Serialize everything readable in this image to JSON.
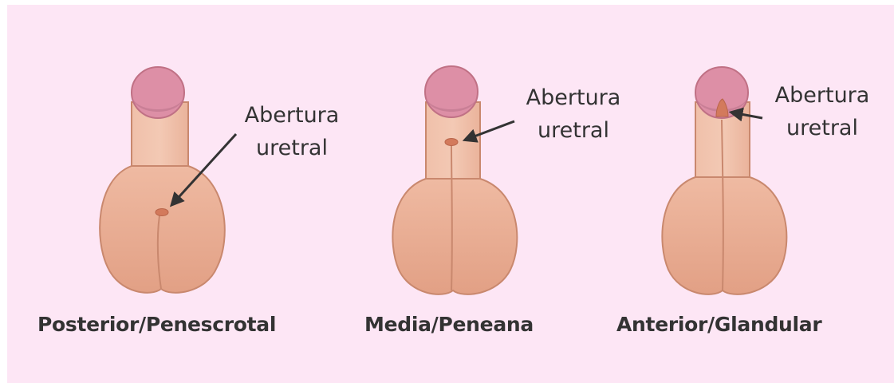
{
  "figures": [
    {
      "caption": "Posterior/Penescrotal",
      "label_line1": "Abertura",
      "label_line2": "uretral"
    },
    {
      "caption": "Media/Peneana",
      "label_line1": "Abertura",
      "label_line2": "uretral"
    },
    {
      "caption": "Anterior/Glandular",
      "label_line1": "Abertura",
      "label_line2": "uretral"
    }
  ],
  "colors": {
    "background": "#fde6f5",
    "skin": "#eeb8a1",
    "skin_dark": "#e09e84",
    "outline": "#c9886e",
    "glans": "#dd8fa6",
    "glans_outline": "#c07185",
    "opening": "#d37a5c",
    "text": "#333333"
  }
}
